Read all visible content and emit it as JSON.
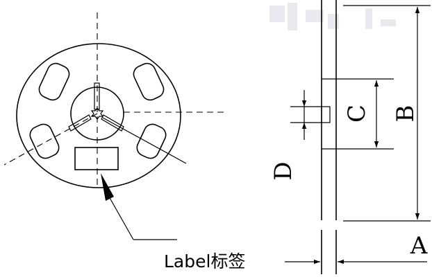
{
  "labels": {
    "label_text": "Label标签",
    "dim_a": "A",
    "dim_b": "B",
    "dim_c": "C",
    "dim_d": "D"
  }
}
